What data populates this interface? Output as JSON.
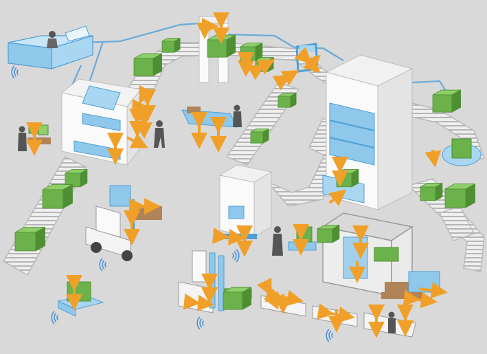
{
  "scene": {
    "background": "#d9d9d9",
    "colors": {
      "conveyor_frame": "#f2f2f2",
      "conveyor_roller": "#a8a8a8",
      "conveyor_shadow": "#b9b9b9",
      "box_green": "#6cb24a",
      "box_green_dark": "#4f8f33",
      "box_green_light": "#8fcf6a",
      "arrow_orange": "#f0a028",
      "machine_blue": "#8fc8ea",
      "machine_blue_dark": "#4f9fd4",
      "building_white": "#fafafa",
      "building_shade": "#e4e4e4",
      "pallet_brown": "#b08458",
      "line_blue": "#6aaad8",
      "operator_gray": "#6a6a6a",
      "wireless_blue": "#4a90d9"
    },
    "components": {
      "control_station": "control-station",
      "workcell": "packaging-workcell",
      "storage_tower": "automated-storage-tower",
      "inspection_gate": "inspection-gate",
      "picking_table": "manual-picking-table",
      "stretch_wrapper": "pallet-stretch-wrapper",
      "forklift_agv": "autonomous-forklift",
      "tall_agv": "high-lift-agv",
      "tugger_train": "tugger-train",
      "robot_cell": "palletizing-robot-cell",
      "mobile_robot": "mobile-transport-robot",
      "rotary_table": "rotary-transfer-table"
    },
    "icons": [
      "orange-direction-arrow-icon",
      "wireless-signal-icon",
      "rotate-arrow-icon"
    ]
  }
}
